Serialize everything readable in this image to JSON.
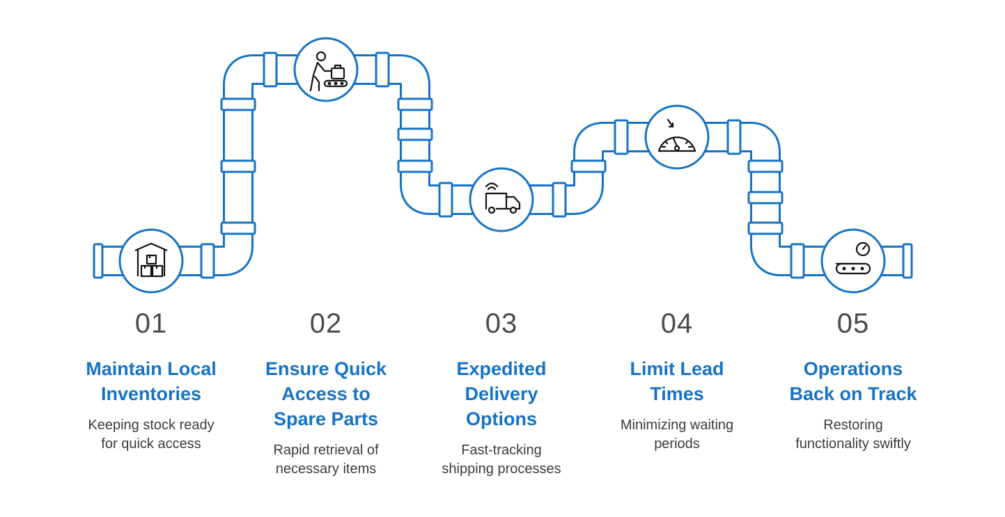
{
  "colors": {
    "pipe": "#1573c7",
    "pipe_fill": "#ffffff",
    "number": "#4a4a4a",
    "title": "#1573c7",
    "description": "#3a3a3a",
    "icon_stroke": "#111111"
  },
  "steps": [
    {
      "number": "01",
      "title_lines": [
        "Maintain Local",
        "Inventories"
      ],
      "desc_lines": [
        "Keeping stock ready",
        "for quick access"
      ],
      "icon": "warehouse-boxes-icon"
    },
    {
      "number": "02",
      "title_lines": [
        "Ensure Quick",
        "Access to",
        "Spare Parts"
      ],
      "desc_lines": [
        "Rapid retrieval of",
        "necessary items"
      ],
      "icon": "person-conveyor-icon"
    },
    {
      "number": "03",
      "title_lines": [
        "Expedited",
        "Delivery",
        "Options"
      ],
      "desc_lines": [
        "Fast-tracking",
        "shipping processes"
      ],
      "icon": "delivery-truck-icon"
    },
    {
      "number": "04",
      "title_lines": [
        "Limit Lead",
        "Times"
      ],
      "desc_lines": [
        "Minimizing waiting",
        "periods"
      ],
      "icon": "speedometer-icon"
    },
    {
      "number": "05",
      "title_lines": [
        "Operations",
        "Back on Track"
      ],
      "desc_lines": [
        "Restoring",
        "functionality swiftly"
      ],
      "icon": "conveyor-gauge-icon"
    }
  ]
}
